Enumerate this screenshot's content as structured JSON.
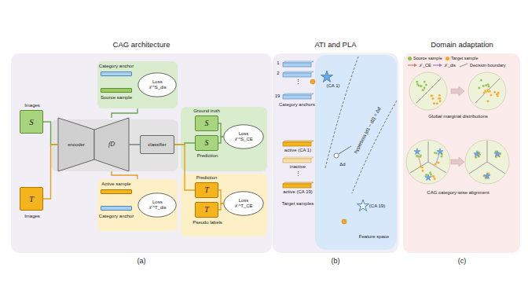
{
  "diagram": {
    "nodes": [
      {
        "text": [
          "CAG architecture"
        ]
      },
      {
        "text": [
          "Images",
          "S"
        ],
        "in": 0
      },
      {
        "text": [
          "T",
          "Images"
        ],
        "in": 0
      },
      {
        "text": [
          "encoder"
        ],
        "in": 0
      },
      {
        "text": [
          "fD"
        ],
        "in": 0
      },
      {
        "text": [
          "classifier"
        ],
        "in": 0
      },
      {
        "text": [
          "Category anchor",
          "Source sample"
        ],
        "in": 0
      },
      {
        "text": [
          "Loss ℒ^S_dis"
        ],
        "in": 6
      },
      {
        "text": [
          "Ground truth"
        ],
        "in": 0
      },
      {
        "text": [
          "S"
        ],
        "in": 8
      },
      {
        "text": [
          "S",
          "Prediction"
        ],
        "in": 8
      },
      {
        "text": [
          "Loss ℒ^S_CE"
        ],
        "in": 8
      },
      {
        "text": [
          "Prediction"
        ],
        "in": 0
      },
      {
        "text": [
          "T"
        ],
        "in": 12
      },
      {
        "text": [
          "T",
          "Pseudo labels"
        ],
        "in": 12
      },
      {
        "text": [
          "Loss ℒ^T_CE"
        ],
        "in": 12
      },
      {
        "text": [
          "Active sample",
          "Category anchor"
        ],
        "in": 0
      },
      {
        "text": [
          "Loss ℒ^T_dis"
        ],
        "in": 16
      },
      {
        "text": [
          "ATI and PLA"
        ]
      },
      {
        "text": [
          "Feature space"
        ],
        "in": 18
      },
      {
        "text": [
          "Domain adaptation"
        ]
      }
    ],
    "edges": [
      {
        "from": 1,
        "to": 3,
        "arrow": "none"
      },
      {
        "from": 2,
        "to": 3,
        "arrow": "none"
      },
      {
        "from": 4,
        "to": 5,
        "arrow": "none"
      },
      {
        "from": 4,
        "to": 6,
        "arrow": "none"
      },
      {
        "from": 4,
        "to": 16,
        "arrow": "none"
      },
      {
        "from": 5,
        "to": 10,
        "arrow": "none"
      },
      {
        "from": 5,
        "to": 13,
        "arrow": "none"
      },
      {
        "from": 9,
        "to": 11,
        "arrow": "none"
      },
      {
        "from": 10,
        "to": 11,
        "arrow": "none"
      },
      {
        "from": 13,
        "to": 15,
        "arrow": "none"
      },
      {
        "from": 14,
        "to": 15,
        "arrow": "none"
      }
    ],
    "labels": [
      "(a)",
      "(b)",
      "(c)",
      "1",
      "2",
      "⋮",
      "19",
      "Category anchors",
      "active (CA 1)",
      "inactive",
      "⋮",
      "active (CA 19)",
      "Target samples",
      "(CA 1)",
      "(CA 19)",
      "Δd",
      "hyperbola |d1 − d2| = Δd",
      "Global marginal distributions",
      "CAG category-wise alignment"
    ],
    "legend": [
      {
        "text": "Source sample",
        "color": "#8bc34a"
      },
      {
        "text": "Target sample",
        "color": "#f5a623"
      },
      {
        "text": "ℒ_CE"
      },
      {
        "text": "ℒ_dis"
      },
      {
        "text": "Decision boundary"
      }
    ]
  }
}
